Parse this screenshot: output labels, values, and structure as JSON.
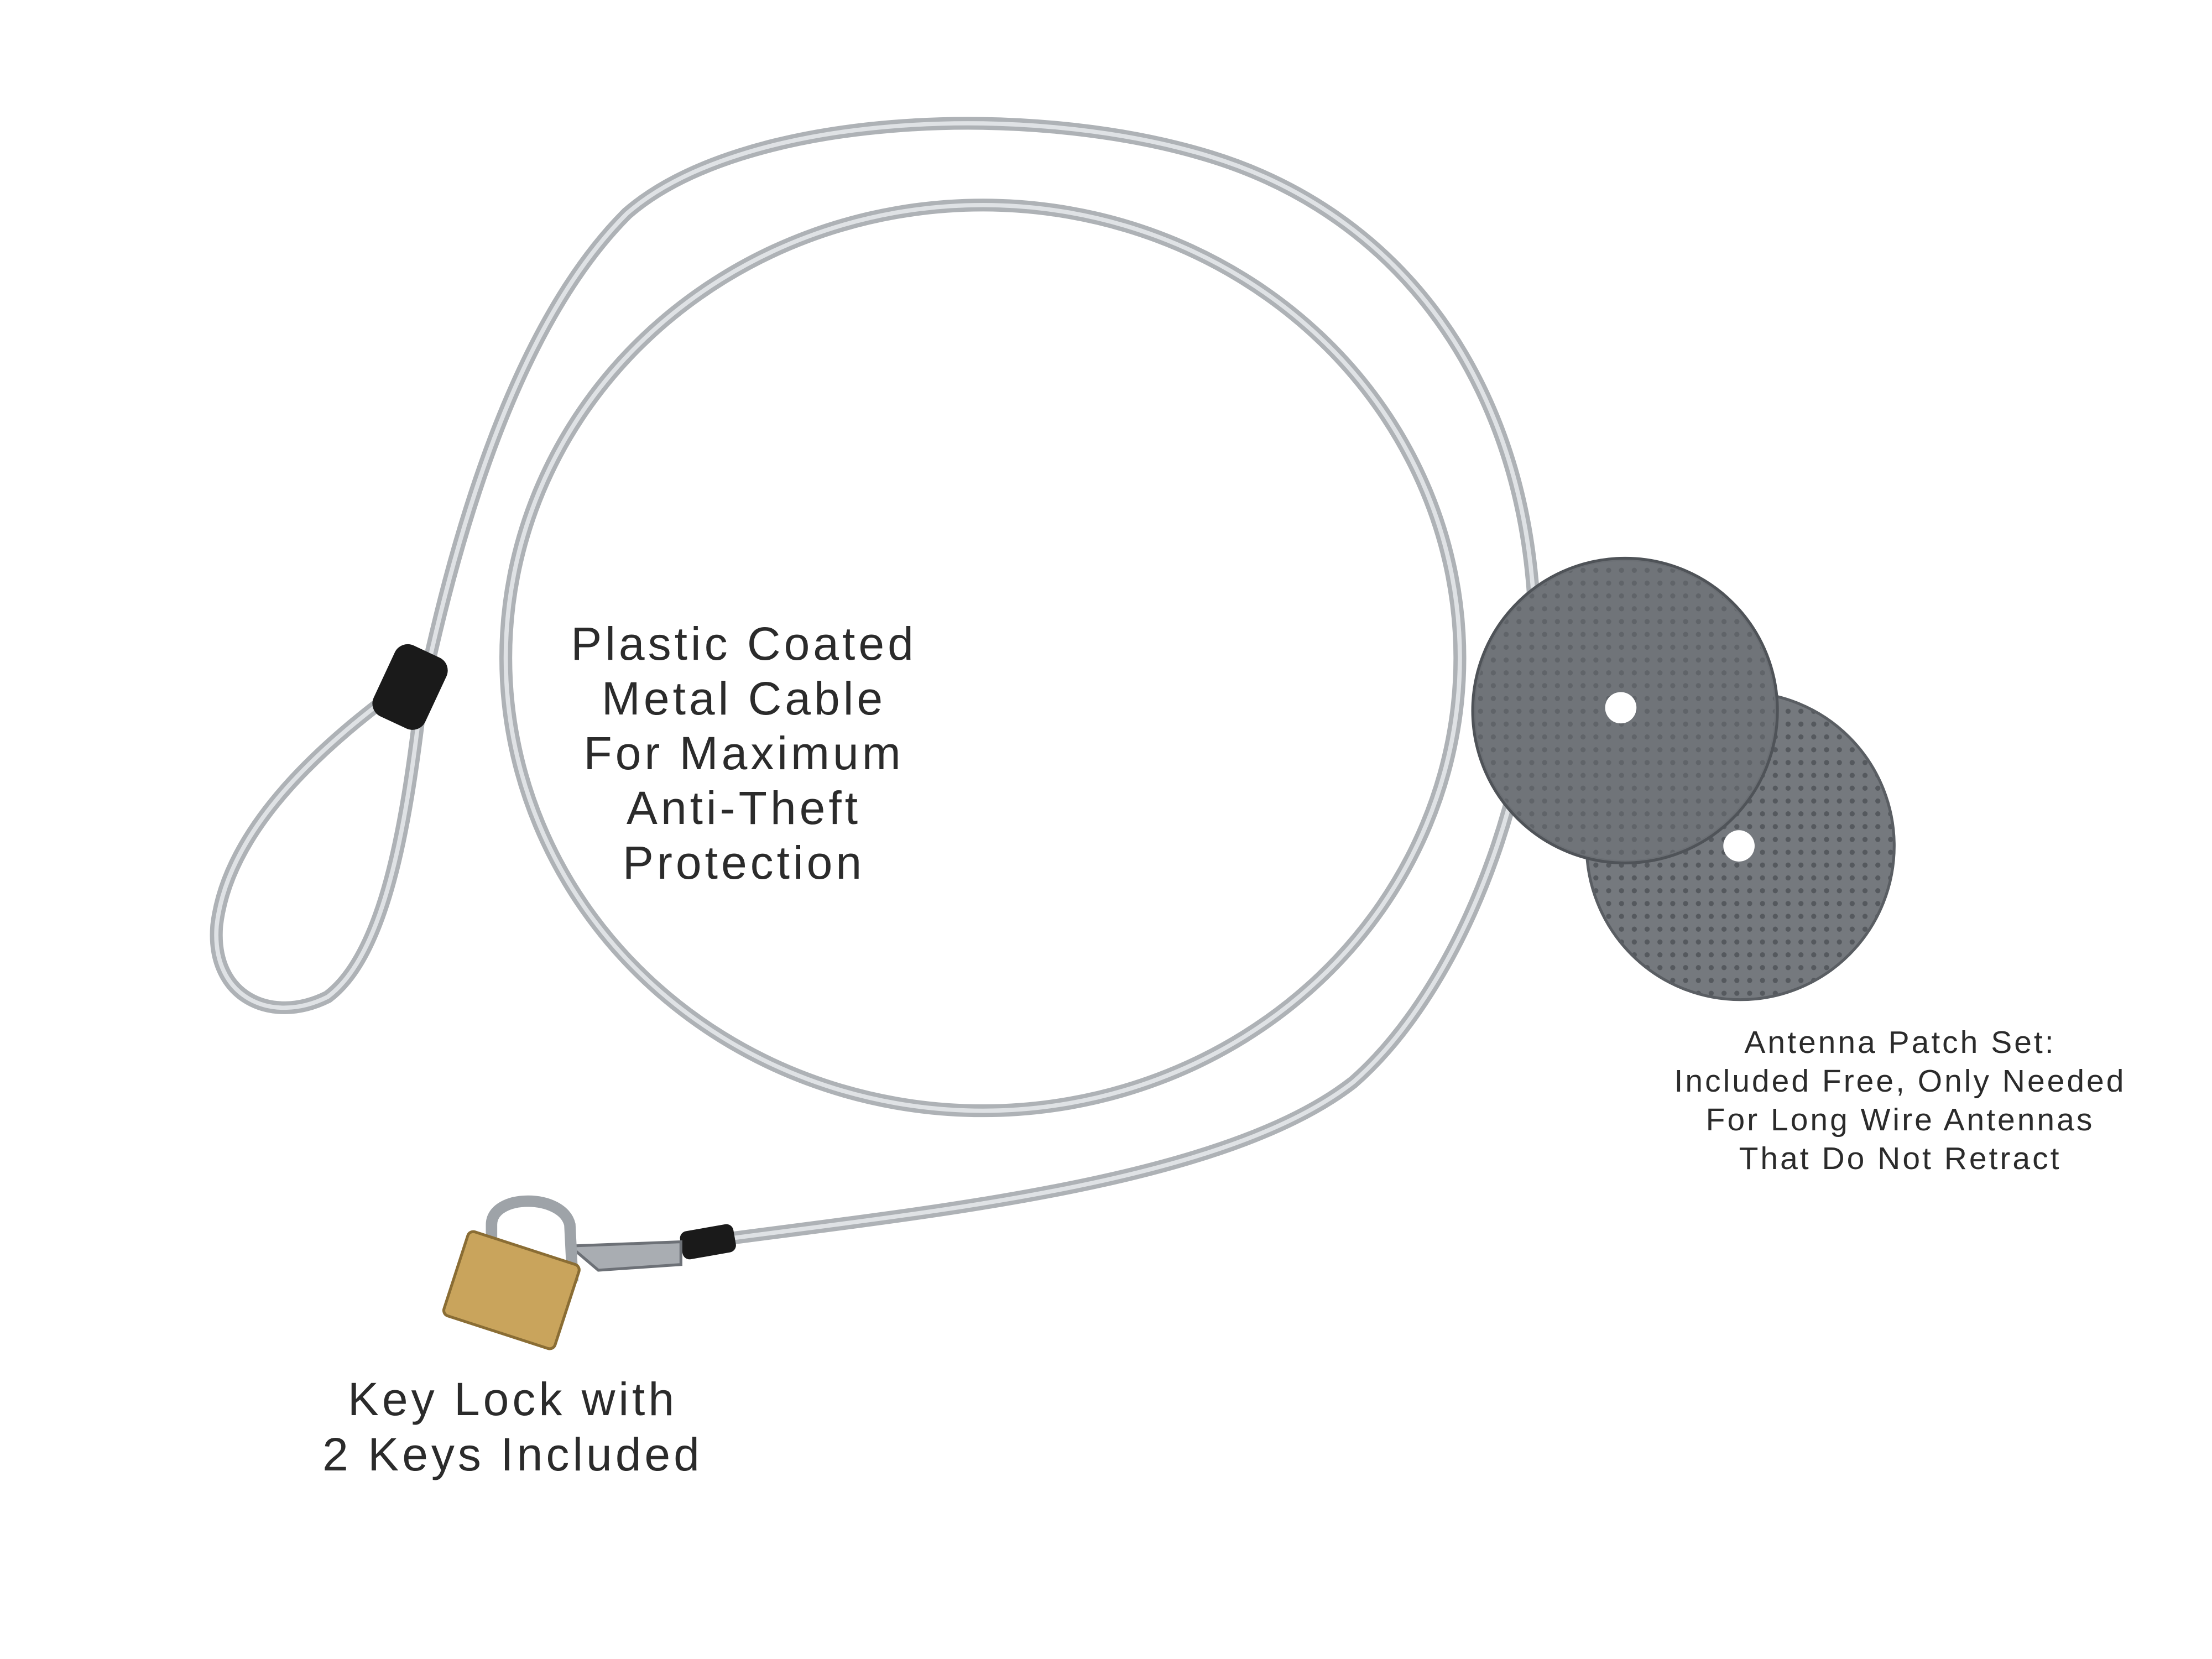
{
  "labels": {
    "cable": [
      "Plastic Coated",
      "Metal Cable",
      "For Maximum",
      "Anti-Theft",
      "Protection"
    ],
    "lock": [
      "Key Lock with",
      "2 Keys Included"
    ],
    "patch": [
      "Antenna Patch Set:",
      "Included Free, Only Needed",
      "For Long Wire Antennas",
      "That Do Not Retract"
    ]
  },
  "colors": {
    "background": "#ffffff",
    "cable": "#b9bdc1",
    "text": "#2b2b2b",
    "patch": "#6f7378",
    "lock_brass": "#c9a45c"
  }
}
